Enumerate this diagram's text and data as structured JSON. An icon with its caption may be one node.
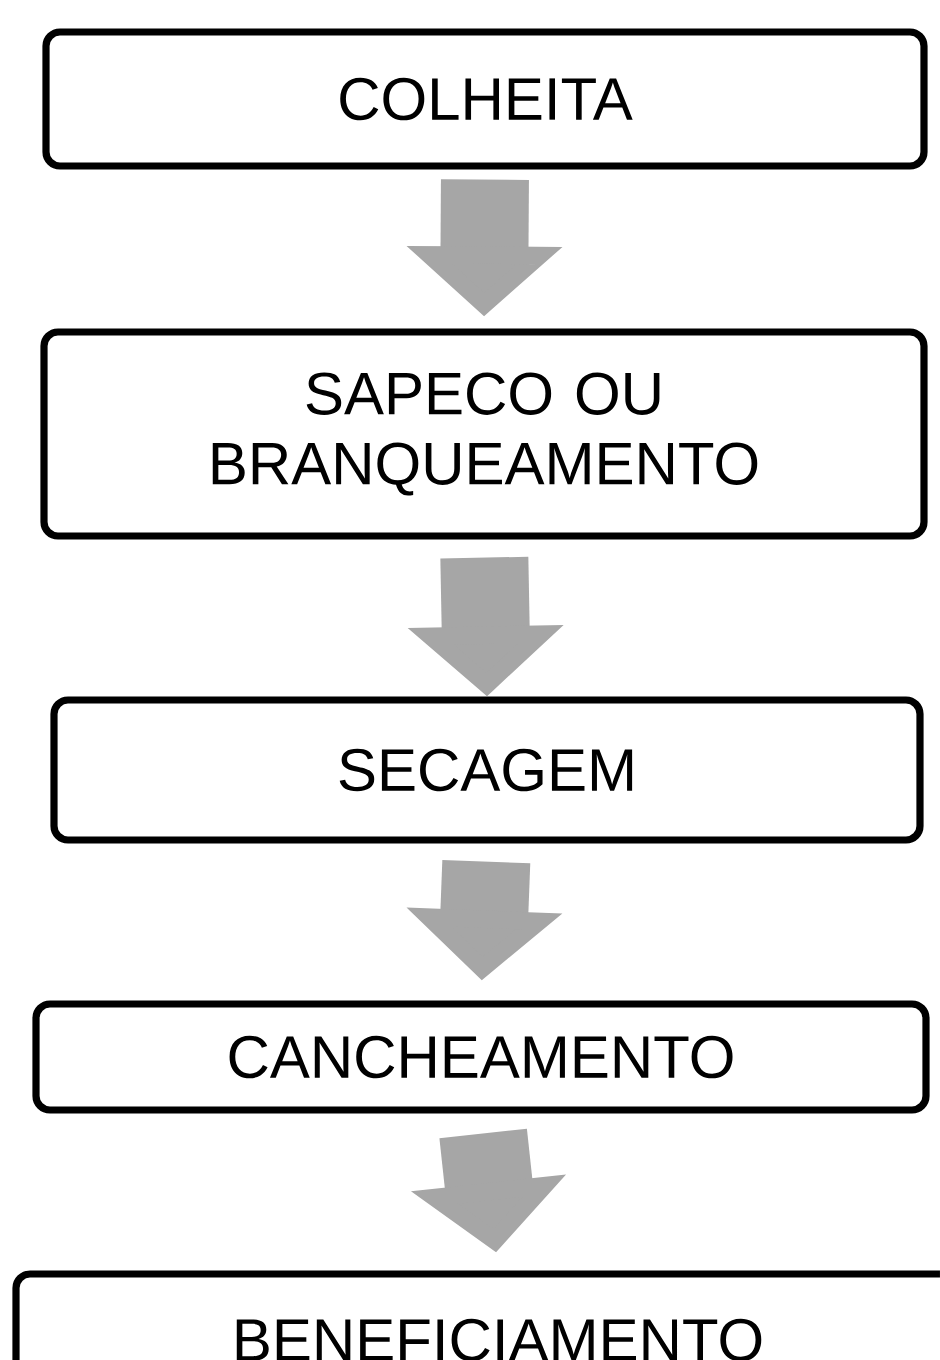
{
  "diagram": {
    "nodes": [
      {
        "text": [
          "COLHEITA"
        ]
      },
      {
        "text": [
          "SAPECO OU BRANQUEAMENTO"
        ]
      },
      {
        "text": [
          "SECAGEM"
        ]
      },
      {
        "text": [
          "CANCHEAMENTO"
        ]
      },
      {
        "text": [
          "BENEFICIAMENTO"
        ]
      }
    ],
    "edges": [
      {
        "from": 0,
        "to": 1,
        "arrow": "to"
      },
      {
        "from": 1,
        "to": 2,
        "arrow": "to"
      },
      {
        "from": 2,
        "to": 3,
        "arrow": "to"
      },
      {
        "from": 3,
        "to": 4,
        "arrow": "to"
      }
    ]
  }
}
